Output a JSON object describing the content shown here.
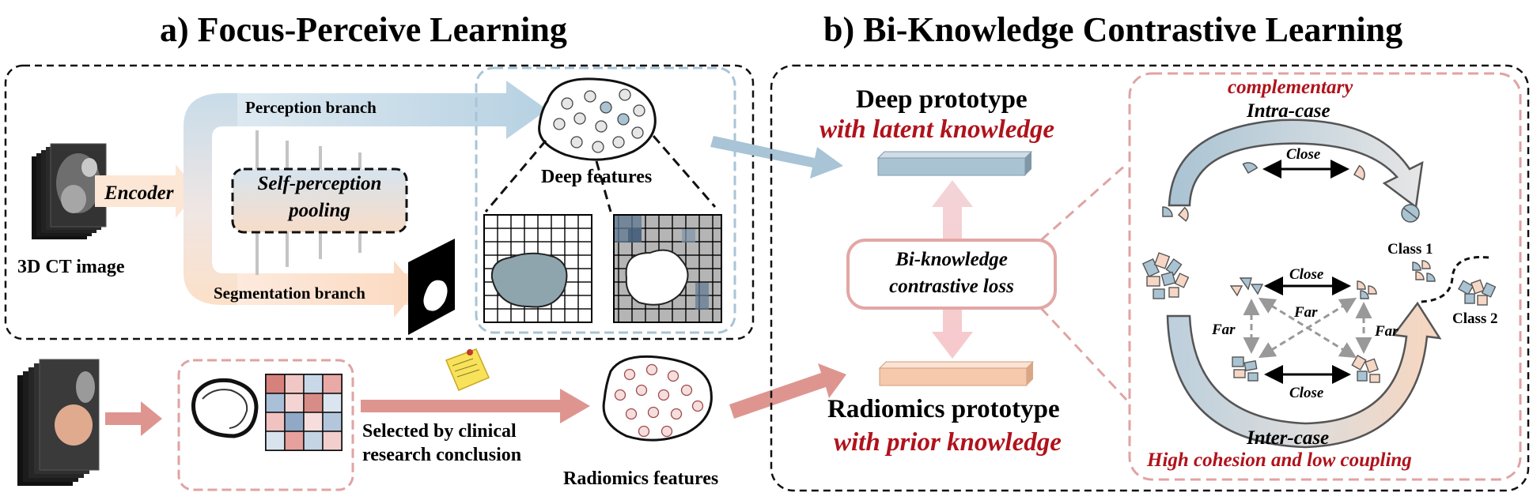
{
  "panel_a": {
    "title": "a) Focus-Perceive Learning",
    "encoder": "Encoder",
    "ct_image": "3D CT image",
    "perception_branch": "Perception branch",
    "segmentation_branch": "Segmentation branch",
    "pooling_line1": "Self-perception",
    "pooling_line2": "pooling",
    "deep_features": "Deep features",
    "selected_line1": "Selected by clinical",
    "selected_line2": "research conclusion",
    "radiomics_features": "Radiomics features"
  },
  "panel_b": {
    "title": "b) Bi-Knowledge Contrastive Learning",
    "deep_prototype": "Deep prototype",
    "latent_knowledge": "with latent knowledge",
    "loss_line1": "Bi-knowledge",
    "loss_line2": "contrastive loss",
    "radiomics_prototype": "Radiomics prototype",
    "prior_knowledge": "with prior knowledge",
    "complementary": "complementary",
    "intra_case": "Intra-case",
    "inter_case": "Inter-case",
    "close": "Close",
    "far": "Far",
    "class1": "Class 1",
    "class2": "Class 2",
    "cohesion": "High cohesion and low coupling"
  },
  "colors": {
    "accent_red": "#b0121b",
    "blue_feature": "#a9c3d3",
    "peach_feature": "#f6d6c4",
    "pink_dash": "#e0a3a3",
    "blue_dash": "#a8c4d6"
  }
}
